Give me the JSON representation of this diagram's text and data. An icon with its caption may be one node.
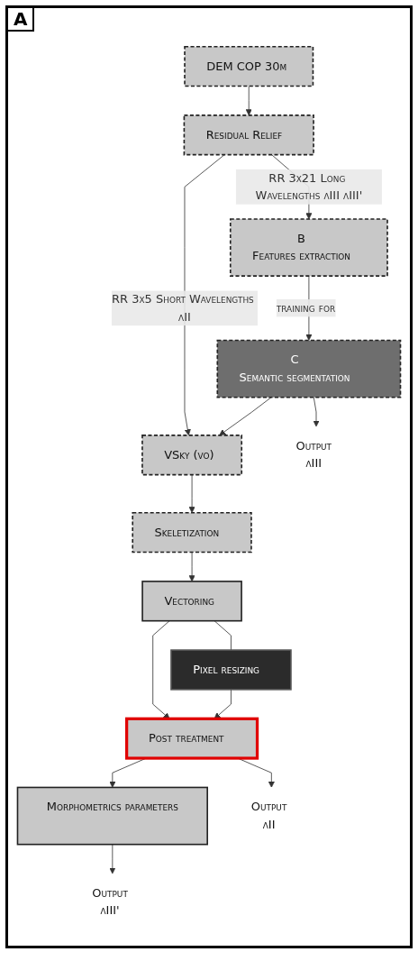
{
  "diagram": {
    "nodes": [
      {
        "text": [
          "DEM COP 30m"
        ]
      },
      {
        "text": [
          "Residual Relief"
        ]
      },
      {
        "text": [
          "B",
          "Features extraction"
        ]
      },
      {
        "text": [
          "C",
          "Semantic segmentation"
        ]
      },
      {
        "text": [
          "VSky (vo)"
        ]
      },
      {
        "text": [
          "Skeletization"
        ]
      },
      {
        "text": [
          "Vectoring"
        ]
      },
      {
        "text": [
          "Pixel resizing"
        ]
      },
      {
        "text": [
          "Post treatment"
        ]
      },
      {
        "text": [
          "Morphometrics parameters"
        ]
      },
      {
        "text": [
          "Output",
          "λII"
        ]
      },
      {
        "text": [
          "Output",
          "λIII"
        ]
      },
      {
        "text": [
          "Output",
          "λIII'"
        ]
      }
    ],
    "edges": [
      {
        "from": 0,
        "to": 1,
        "arrow": "to"
      },
      {
        "from": 1,
        "to": 4,
        "arrow": "to",
        "label": "RR 3x5 Short Wavelengths λII"
      },
      {
        "from": 1,
        "to": 2,
        "arrow": "to",
        "label": "RR 3x21 Long Wavelengths λIII λIII'"
      },
      {
        "from": 2,
        "to": 3,
        "arrow": "to",
        "label": "training for"
      },
      {
        "from": 3,
        "to": 4,
        "arrow": "to"
      },
      {
        "from": 3,
        "to": 11,
        "arrow": "to"
      },
      {
        "from": 4,
        "to": 5,
        "arrow": "to"
      },
      {
        "from": 5,
        "to": 6,
        "arrow": "to"
      },
      {
        "from": 6,
        "to": 8,
        "arrow": "to"
      },
      {
        "from": 6,
        "to": 7,
        "arrow": "none"
      },
      {
        "from": 7,
        "to": 8,
        "arrow": "to"
      },
      {
        "from": 8,
        "to": 10,
        "arrow": "to"
      },
      {
        "from": 8,
        "to": 9,
        "arrow": "to"
      },
      {
        "from": 9,
        "to": 12,
        "arrow": "to"
      }
    ],
    "labels": [
      "A"
    ]
  }
}
